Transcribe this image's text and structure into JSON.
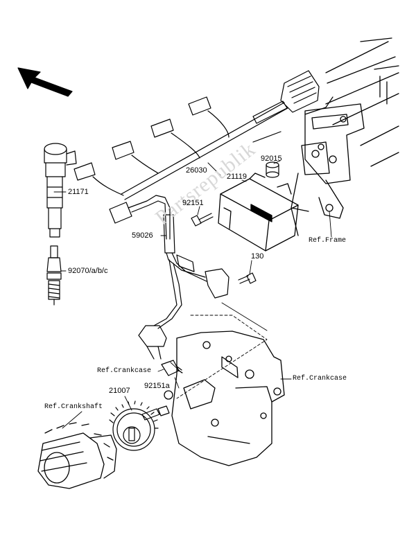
{
  "labels": {
    "part_26030": "26030",
    "part_21119": "21119",
    "part_92015": "92015",
    "part_21171": "21171",
    "part_92151": "92151",
    "part_59026": "59026",
    "part_130": "130",
    "part_92070": "92070/a/b/c",
    "part_92151a": "92151a",
    "part_21007": "21007",
    "ref_frame": "Ref.Frame",
    "ref_crankcase_left": "Ref.Crankcase",
    "ref_crankcase_right": "Ref.Crankcase",
    "ref_crankshaft": "Ref.Crankshaft"
  },
  "watermark": "Partsrepublik",
  "icons": {
    "direction_arrow": "front-arrow-icon"
  }
}
